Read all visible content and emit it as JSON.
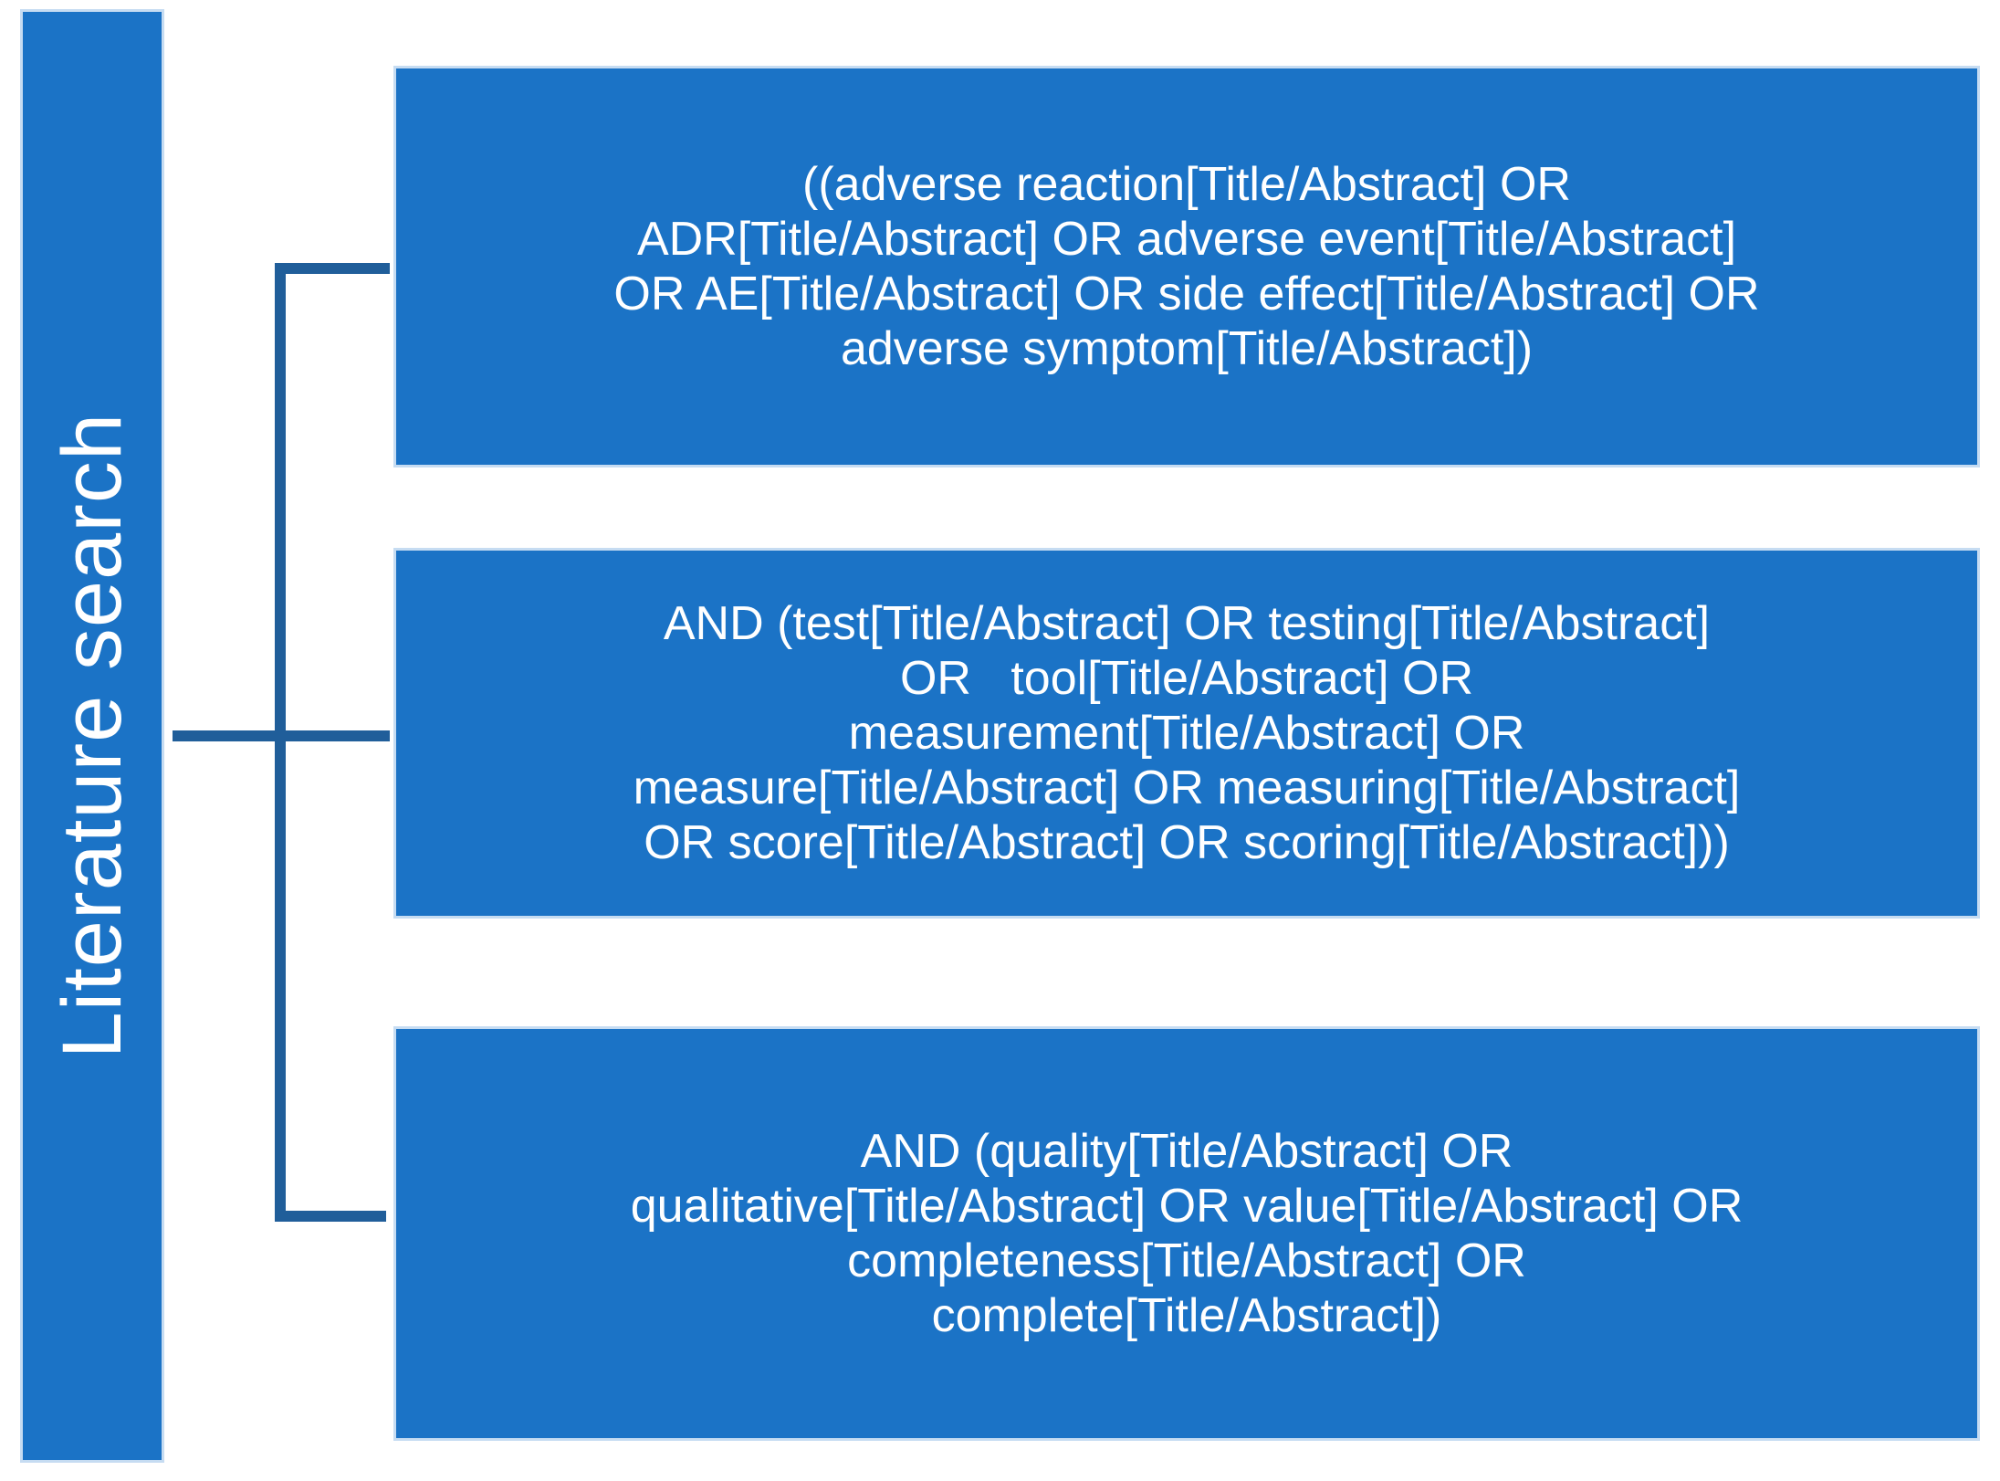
{
  "figure": {
    "sidebar_label": "Literature search",
    "boxes": [
      {
        "name": "adverse-event-terms",
        "lines": [
          "((adverse reaction[Title/Abstract] OR",
          "ADR[Title/Abstract] OR adverse event[Title/Abstract]",
          "OR AE[Title/Abstract] OR side effect[Title/Abstract] OR",
          "adverse symptom[Title/Abstract])"
        ]
      },
      {
        "name": "measurement-terms",
        "lines": [
          "AND (test[Title/Abstract] OR testing[Title/Abstract]",
          "OR   tool[Title/Abstract] OR",
          "measurement[Title/Abstract] OR",
          "measure[Title/Abstract] OR measuring[Title/Abstract]",
          "OR score[Title/Abstract] OR scoring[Title/Abstract]))"
        ]
      },
      {
        "name": "quality-terms",
        "lines": [
          "AND (quality[Title/Abstract] OR",
          "qualitative[Title/Abstract] OR value[Title/Abstract] OR",
          "completeness[Title/Abstract] OR",
          "complete[Title/Abstract])"
        ]
      }
    ],
    "colors": {
      "box_fill": "#1B73C6",
      "connector": "#205E9A",
      "text": "#FFFFFF",
      "edge_highlight": "#C6DCF2"
    }
  }
}
